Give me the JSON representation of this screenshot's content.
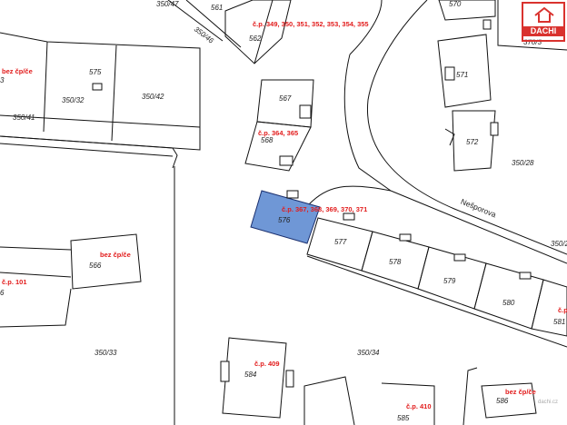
{
  "brand": {
    "name": "DACHI",
    "color": "#d9322e"
  },
  "watermark": "dachi.cz",
  "colors": {
    "highlight": "#6f97d6",
    "cp_text": "#e21b1b"
  },
  "parcels": [
    {
      "id": "350/47",
      "label": "350/47"
    },
    {
      "id": "561",
      "label": "561"
    },
    {
      "id": "562",
      "label": "562"
    },
    {
      "id": "350/46",
      "label": "350/46"
    },
    {
      "id": "570",
      "label": "570"
    },
    {
      "id": "370/3",
      "label": "370/3"
    },
    {
      "id": "3",
      "label": "3"
    },
    {
      "id": "575",
      "label": "575"
    },
    {
      "id": "350/32",
      "label": "350/32"
    },
    {
      "id": "350/42",
      "label": "350/42"
    },
    {
      "id": "350/41",
      "label": "350/41"
    },
    {
      "id": "567",
      "label": "567"
    },
    {
      "id": "568",
      "label": "568"
    },
    {
      "id": "571",
      "label": "571"
    },
    {
      "id": "572",
      "label": "572"
    },
    {
      "id": "350/28",
      "label": "350/28"
    },
    {
      "id": "576",
      "label": "576"
    },
    {
      "id": "577",
      "label": "577"
    },
    {
      "id": "578",
      "label": "578"
    },
    {
      "id": "579",
      "label": "579"
    },
    {
      "id": "580",
      "label": "580"
    },
    {
      "id": "581",
      "label": "581"
    },
    {
      "id": "350/2",
      "label": "350/2"
    },
    {
      "id": "566",
      "label": "566"
    },
    {
      "id": "6",
      "label": "6"
    },
    {
      "id": "350/33",
      "label": "350/33"
    },
    {
      "id": "350/34",
      "label": "350/34"
    },
    {
      "id": "584",
      "label": "584"
    },
    {
      "id": "585",
      "label": "585"
    },
    {
      "id": "586",
      "label": "586"
    }
  ],
  "house_numbers": [
    {
      "id": "cp-562",
      "label": "č.p. 349, 350, 351, 352, 353, 354, 355"
    },
    {
      "id": "cp-bez-top",
      "label": "bez čp/če"
    },
    {
      "id": "cp-568",
      "label": "č.p. 364, 365"
    },
    {
      "id": "cp-576",
      "label": "č.p. 367, 368, 369, 370, 371"
    },
    {
      "id": "cp-566",
      "label": "bez čp/če"
    },
    {
      "id": "cp-101",
      "label": "č.p. 101"
    },
    {
      "id": "cp-581",
      "label": "č.p"
    },
    {
      "id": "cp-584",
      "label": "č.p. 409"
    },
    {
      "id": "cp-585",
      "label": "č.p. 410"
    },
    {
      "id": "cp-586",
      "label": "bez čp/če"
    }
  ],
  "streets": [
    {
      "id": "nesporova",
      "label": "Nešporova"
    }
  ]
}
